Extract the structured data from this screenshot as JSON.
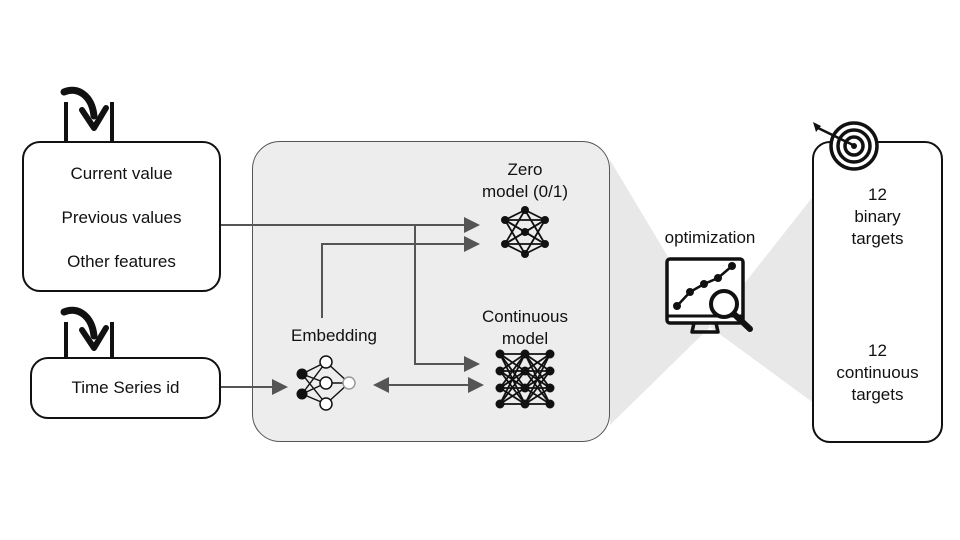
{
  "inputs": {
    "features": [
      "Current value",
      "Previous values",
      "Other features"
    ],
    "series_id": "Time Series id"
  },
  "model": {
    "embedding_label": "Embedding",
    "zero_model_label": [
      "Zero",
      "model (0/1)"
    ],
    "continuous_model_label": [
      "Continuous",
      "model"
    ]
  },
  "optimization": {
    "label": "optimization"
  },
  "outputs": {
    "binary": [
      "12",
      "binary",
      "targets"
    ],
    "continuous": [
      "12",
      "continuous",
      "targets"
    ]
  },
  "icons": {
    "input_icon": "arrow-into-box-icon",
    "embedding_icon": "small-neural-net-icon",
    "model_icon": "neural-net-icon",
    "optimization_icon": "monitor-chart-magnifier-icon",
    "target_icon": "bullseye-target-icon"
  },
  "colors": {
    "line": "#555555",
    "panel": "#ededed",
    "beam": "#e6e6e6"
  }
}
